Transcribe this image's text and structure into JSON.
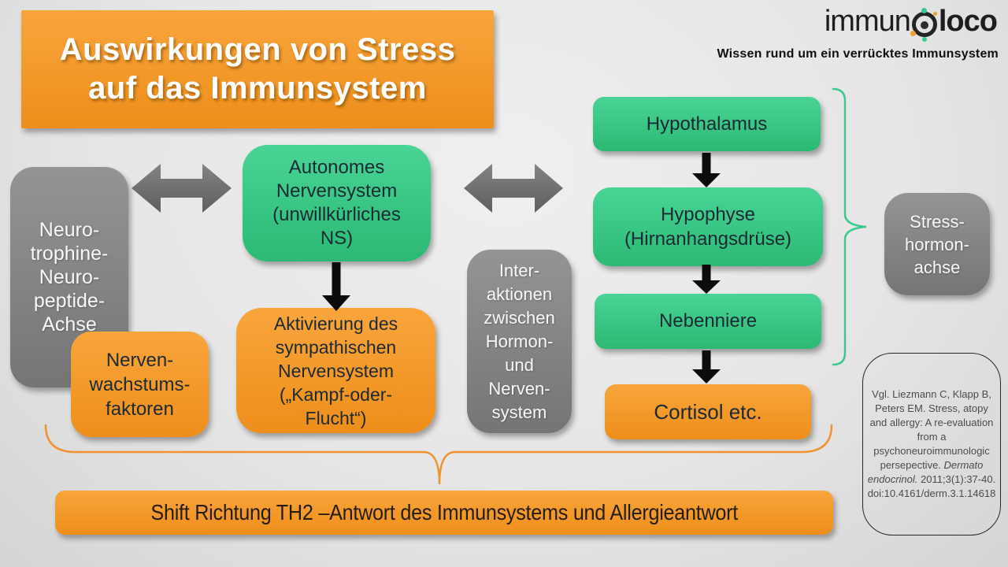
{
  "title": {
    "lines": [
      "Auswirkungen von Stress",
      "auf das Immunsystem"
    ]
  },
  "logo": {
    "text": "immunoloco",
    "display_start": "immun",
    "display_end": "loco",
    "tagline": "Wissen rund um ein verrücktes Immunsystem"
  },
  "boxes": {
    "neuro_achse": {
      "lines": [
        "Neuro-",
        "trophine-",
        "Neuro-",
        "peptide-",
        "Achse"
      ]
    },
    "nervenwachstum": {
      "lines": [
        "Nerven-",
        "wachstums-",
        "faktoren"
      ]
    },
    "autonomes_ns": {
      "lines": [
        "Autonomes",
        "Nervensystem",
        "(unwillkürliches",
        "NS)"
      ]
    },
    "aktivierung": {
      "lines": [
        "Aktivierung des",
        "sympathischen",
        "Nervensystem",
        "(„Kampf-oder-",
        "Flucht“)"
      ]
    },
    "interaktionen": {
      "lines": [
        "Inter-",
        "aktionen",
        "zwischen",
        "Hormon-",
        "und",
        "Nerven-",
        "system"
      ]
    },
    "hypothalamus": {
      "label": "Hypothalamus"
    },
    "hypophyse": {
      "lines": [
        "Hypophyse",
        "(Hirnanhangsdrüse)"
      ]
    },
    "nebenniere": {
      "label": "Nebenniere"
    },
    "cortisol": {
      "label": "Cortisol etc."
    },
    "stresshormonachse": {
      "lines": [
        "Stress-",
        "hormon-",
        "achse"
      ]
    }
  },
  "citation": {
    "text_before": "Vgl. Liezmann C, Klapp B, Peters EM. Stress, atopy and allergy: A re-evaluation from a psychoneuroimmunologic persepective. ",
    "journal_italic": "Dermato endocrinol.",
    "text_after": " 2011;3(1):37-40. doi:10.4161/derm.3.1.14618"
  },
  "bottom_banner": {
    "label": "Shift Richtung TH2 –Antwort des Immunsystems und Allergieantwort"
  },
  "colors": {
    "orange_light": "#f8a53c",
    "orange_dark": "#ee8e1b",
    "green_light": "#49d496",
    "green_dark": "#2bb973",
    "gray_light": "#949494",
    "gray_dark": "#757575",
    "arrow_gray": "#6e6e6e",
    "arrow_black": "#0c0c0c",
    "brace_green": "#3cc98e",
    "brace_orange": "#ef9330",
    "text_dark": "#1c2a33"
  }
}
